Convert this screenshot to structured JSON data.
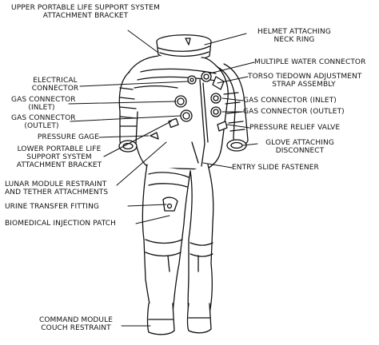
{
  "diagram": {
    "labels": {
      "upper_plss_1": "UPPER PORTABLE LIFE SUPPORT SYSTEM",
      "upper_plss_2": "ATTACHMENT BRACKET",
      "helmet_1": "HELMET ATTACHING",
      "helmet_2": "NECK RING",
      "water": "MULTIPLE WATER CONNECTOR",
      "electrical_1": "ELECTRICAL",
      "electrical_2": "CONNECTOR",
      "torso_1": "TORSO TIEDOWN ADJUSTMENT",
      "torso_2": "STRAP ASSEMBLY",
      "gas_inlet_left_1": "GAS CONNECTOR",
      "gas_inlet_left_2": "(INLET)",
      "gas_inlet_right": "GAS CONNECTOR (INLET)",
      "gas_outlet_right": "GAS CONNECTOR (OUTLET)",
      "gas_outlet_left_1": "GAS CONNECTOR",
      "gas_outlet_left_2": "(OUTLET)",
      "pressure_relief": "PRESSURE RELIEF VALVE",
      "pressure_gage": "PRESSURE GAGE",
      "glove_1": "GLOVE ATTACHING",
      "glove_2": "DISCONNECT",
      "lower_plss_1": "LOWER PORTABLE LIFE",
      "lower_plss_2": "SUPPORT SYSTEM",
      "lower_plss_3": "ATTACHMENT BRACKET",
      "entry_slide": "ENTRY SLIDE FASTENER",
      "lm_restraint_1": "LUNAR MODULE RESTRAINT",
      "lm_restraint_2": "AND TETHER ATTACHMENTS",
      "urine": "URINE TRANSFER FITTING",
      "biomedical": "BIOMEDICAL INJECTION PATCH",
      "cm_couch_1": "COMMAND MODULE",
      "cm_couch_2": "COUCH RESTRAINT"
    }
  }
}
